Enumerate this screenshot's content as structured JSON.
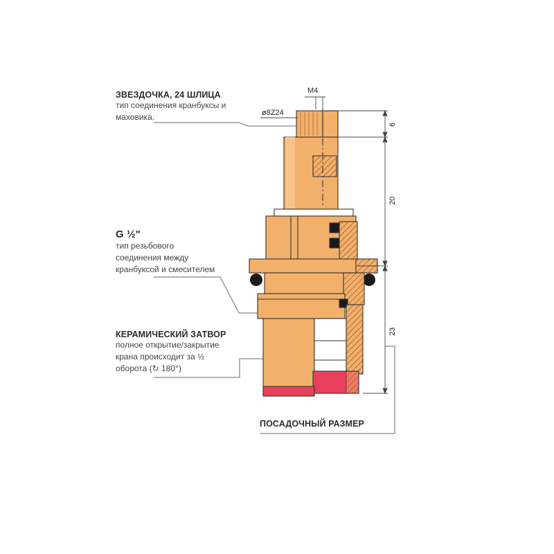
{
  "callouts": [
    {
      "title": "ЗВЕЗДОЧКА, 24 ШЛИЦА",
      "desc": [
        "тип соединения кранбуксы и",
        "маховика."
      ]
    },
    {
      "title": "G ½\"",
      "desc": [
        "тип резьбового",
        "соединения между",
        "кранбуксой и смесителем"
      ]
    },
    {
      "title": "КЕРАМИЧЕСКИЙ ЗАТВОР",
      "desc": [
        "полное открытие/закрытие",
        "крана происходит за ½",
        "оборота (↻ 180°)"
      ]
    },
    {
      "title": "ПОСАДОЧНЫЙ РАЗМЕР"
    }
  ],
  "dimensions": {
    "m4": "M4",
    "spline": "ø8Z24",
    "d6": "6",
    "d20": "20",
    "d23": "23"
  },
  "colors": {
    "brass": "#f2b06a",
    "brass_dark": "#d98f48",
    "seal_red": "#e8405c",
    "ring_black": "#1a1a1a",
    "leader_gray": "#999999",
    "outline": "#333333"
  }
}
